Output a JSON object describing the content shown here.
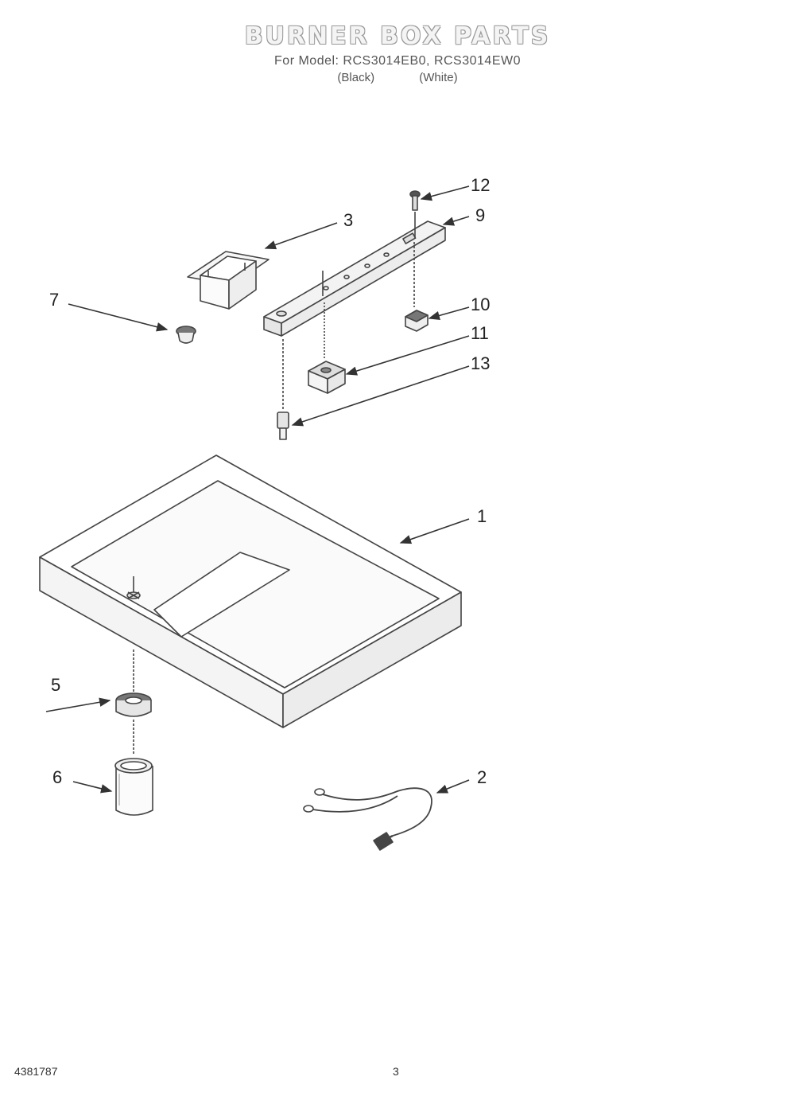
{
  "header": {
    "title": "BURNER BOX PARTS",
    "model_line": "For Model: RCS3014EB0, RCS3014EW0",
    "color_black": "(Black)",
    "color_white": "(White)"
  },
  "callouts": {
    "c1": "1",
    "c2": "2",
    "c3": "3",
    "c5": "5",
    "c6": "6",
    "c7": "7",
    "c9": "9",
    "c10": "10",
    "c11": "11",
    "c12": "12",
    "c13": "13"
  },
  "footer": {
    "doc_number": "4381787",
    "page_number": "3"
  }
}
